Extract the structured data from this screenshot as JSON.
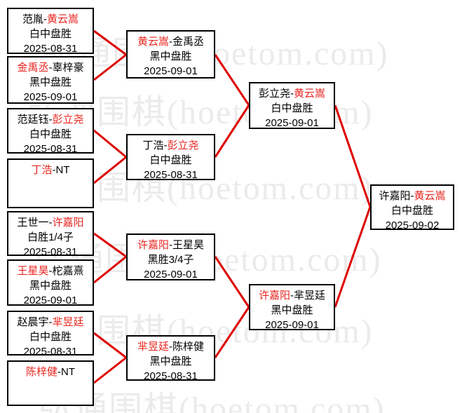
{
  "watermark": {
    "text": "弘通围棋(hoetom.com)"
  },
  "separator": "-",
  "colors": {
    "winner_red": "#e8251f",
    "connector_red": "#dd0000",
    "watermark_gray": "#ebebeb",
    "box_border": "#000000"
  },
  "bracket": {
    "round1": [
      {
        "p1": "范胤",
        "p2": "黄云嵩",
        "p1_class": "",
        "p2_class": "win",
        "result": "白中盘胜",
        "date": "2025-08-31"
      },
      {
        "p1": "金禹丞",
        "p2": "辜梓豪",
        "p1_class": "win",
        "p2_class": "",
        "result": "黑中盘胜",
        "date": "2025-09-01"
      },
      {
        "p1": "范廷钰",
        "p2": "彭立尧",
        "p1_class": "",
        "p2_class": "win",
        "result": "白中盘胜",
        "date": "2025-08-31"
      },
      {
        "p1": "丁浩",
        "p2": "NT",
        "p1_class": "win",
        "p2_class": "",
        "result": "",
        "date": ""
      },
      {
        "p1": "王世一",
        "p2": "许嘉阳",
        "p1_class": "",
        "p2_class": "win",
        "result": "白胜1/4子",
        "date": "2025-08-31"
      },
      {
        "p1": "王星昊",
        "p2": "柁嘉熹",
        "p1_class": "win",
        "p2_class": "",
        "result": "黑中盘胜",
        "date": "2025-09-01"
      },
      {
        "p1": "赵晨宇",
        "p2": "芈昱廷",
        "p1_class": "",
        "p2_class": "win",
        "result": "白中盘胜",
        "date": "2025-08-31"
      },
      {
        "p1": "陈梓健",
        "p2": "NT",
        "p1_class": "win",
        "p2_class": "",
        "result": "",
        "date": ""
      }
    ],
    "round2": [
      {
        "p1": "黄云嵩",
        "p2": "金禹丞",
        "p1_class": "win",
        "p2_class": "",
        "result": "黑中盘胜",
        "date": "2025-09-01"
      },
      {
        "p1": "丁浩",
        "p2": "彭立尧",
        "p1_class": "",
        "p2_class": "win",
        "result": "白中盘胜",
        "date": "2025-08-31"
      },
      {
        "p1": "许嘉阳",
        "p2": "王星昊",
        "p1_class": "win",
        "p2_class": "",
        "result": "黑胜3/4子",
        "date": "2025-09-01"
      },
      {
        "p1": "芈昱廷",
        "p2": "陈梓健",
        "p1_class": "win",
        "p2_class": "",
        "result": "黑中盘胜",
        "date": "2025-08-31"
      }
    ],
    "semifinals": [
      {
        "p1": "彭立尧",
        "p2": "黄云嵩",
        "p1_class": "",
        "p2_class": "win",
        "result": "白中盘胜",
        "date": "2025-09-01"
      },
      {
        "p1": "许嘉阳",
        "p2": "芈昱廷",
        "p1_class": "win",
        "p2_class": "",
        "result": "黑中盘胜",
        "date": "2025-09-01"
      }
    ],
    "final": [
      {
        "p1": "许嘉阳",
        "p2": "黄云嵩",
        "p1_class": "",
        "p2_class": "win",
        "result": "白中盘胜",
        "date": "2025-09-02"
      }
    ]
  }
}
